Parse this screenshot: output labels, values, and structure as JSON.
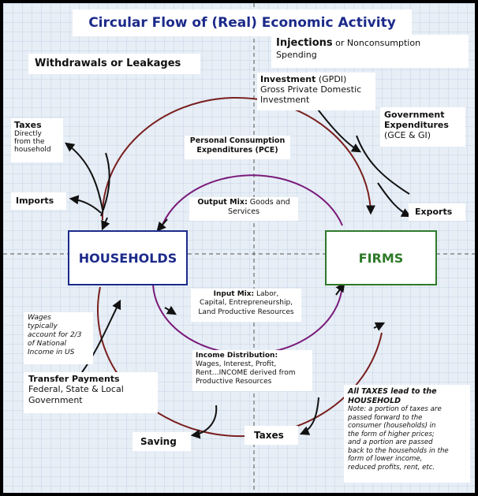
{
  "title": "Circular Flow of (Real) Economic Activity",
  "leakages_heading": "Withdrawals or Leakages",
  "injections": {
    "heading_bold": "Injections",
    "heading_rest": " or Nonconsumption",
    "heading_line2": "Spending"
  },
  "investment": {
    "label_bold": "Investment",
    "label_rest": " (GPDI)",
    "desc1": "Gross Private Domestic",
    "desc2": "Investment"
  },
  "government": {
    "line1": "Government",
    "line2": "Expenditures",
    "line3": "(GCE & GI)"
  },
  "taxes_top": {
    "label": "Taxes",
    "desc1": "Directly",
    "desc2": "from the",
    "desc3": "household"
  },
  "imports": "Imports",
  "exports": "Exports",
  "pce": {
    "line1": "Personal Consumption",
    "line2": "Expenditures (PCE)"
  },
  "output_mix": {
    "label": "Output Mix:",
    "rest": " Goods and",
    "line2": "Services"
  },
  "households": "HOUSEHOLDS",
  "firms": "FIRMS",
  "input_mix": {
    "label": "Input Mix:",
    "rest": " Labor,",
    "line2": "Capital, Entrepreneurship,",
    "line3": "Land Productive Resources"
  },
  "wages_note": {
    "l1": "Wages",
    "l2": "typically",
    "l3": "account for 2/3",
    "l4": "of National",
    "l5": "Income in US"
  },
  "income_distribution": {
    "label": "Income Distribution:",
    "l2": "Wages, Interest, Profit,",
    "l3": "Rent…INCOME derived from",
    "l4": "Productive Resources"
  },
  "transfer_payments": {
    "label": "Transfer Payments",
    "l2": "Federal, State & Local",
    "l3": "Government"
  },
  "saving": "Saving",
  "taxes_bottom": "Taxes",
  "all_taxes": {
    "l1": "All TAXES lead to the",
    "l2": "HOUSEHOLD",
    "n1": "Note: a portion of taxes are",
    "n2": "passed forward to the",
    "n3": "consumer (households) in",
    "n4": "the form of higher prices;",
    "n5": "and a portion are passed",
    "n6": "back to the households in the",
    "n7": "form of lower income,",
    "n8": "reduced profits, rent, etc."
  },
  "colors": {
    "title": "#1c2a8a",
    "households_border": "#1c2a8a",
    "firms_border": "#2f7a2a",
    "outer_loop": "#7a1f1f",
    "inner_loop": "#7a1a7a",
    "background": "#e7eef6"
  }
}
